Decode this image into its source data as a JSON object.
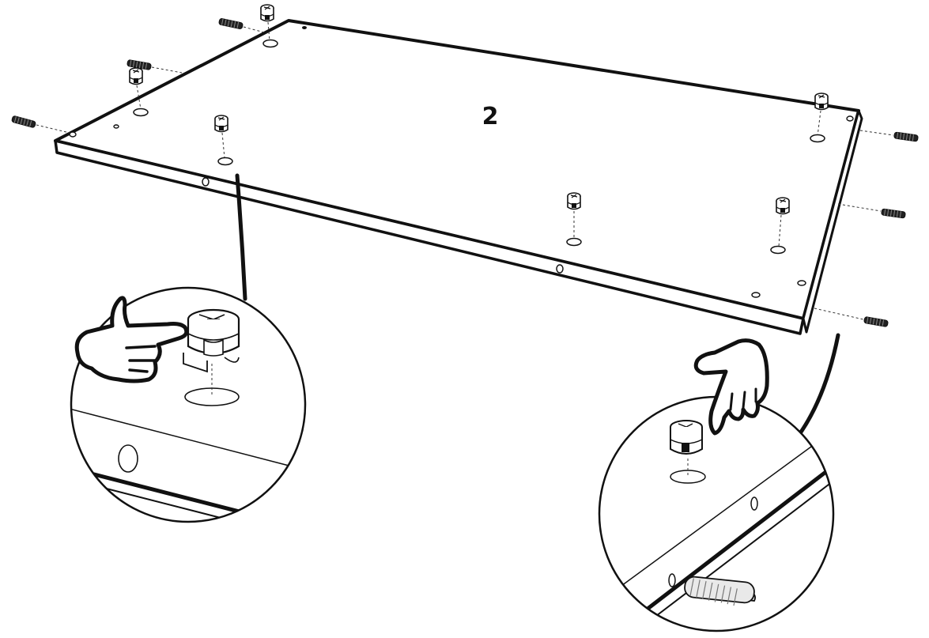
{
  "diagram": {
    "step_number": "2",
    "colors": {
      "ink": "#111111",
      "paper": "#ffffff",
      "dowel_fill": "#e9e9e9"
    },
    "parts": {
      "panel": "board-panel",
      "cam_lock_count": 6,
      "dowel_count": 6
    }
  }
}
